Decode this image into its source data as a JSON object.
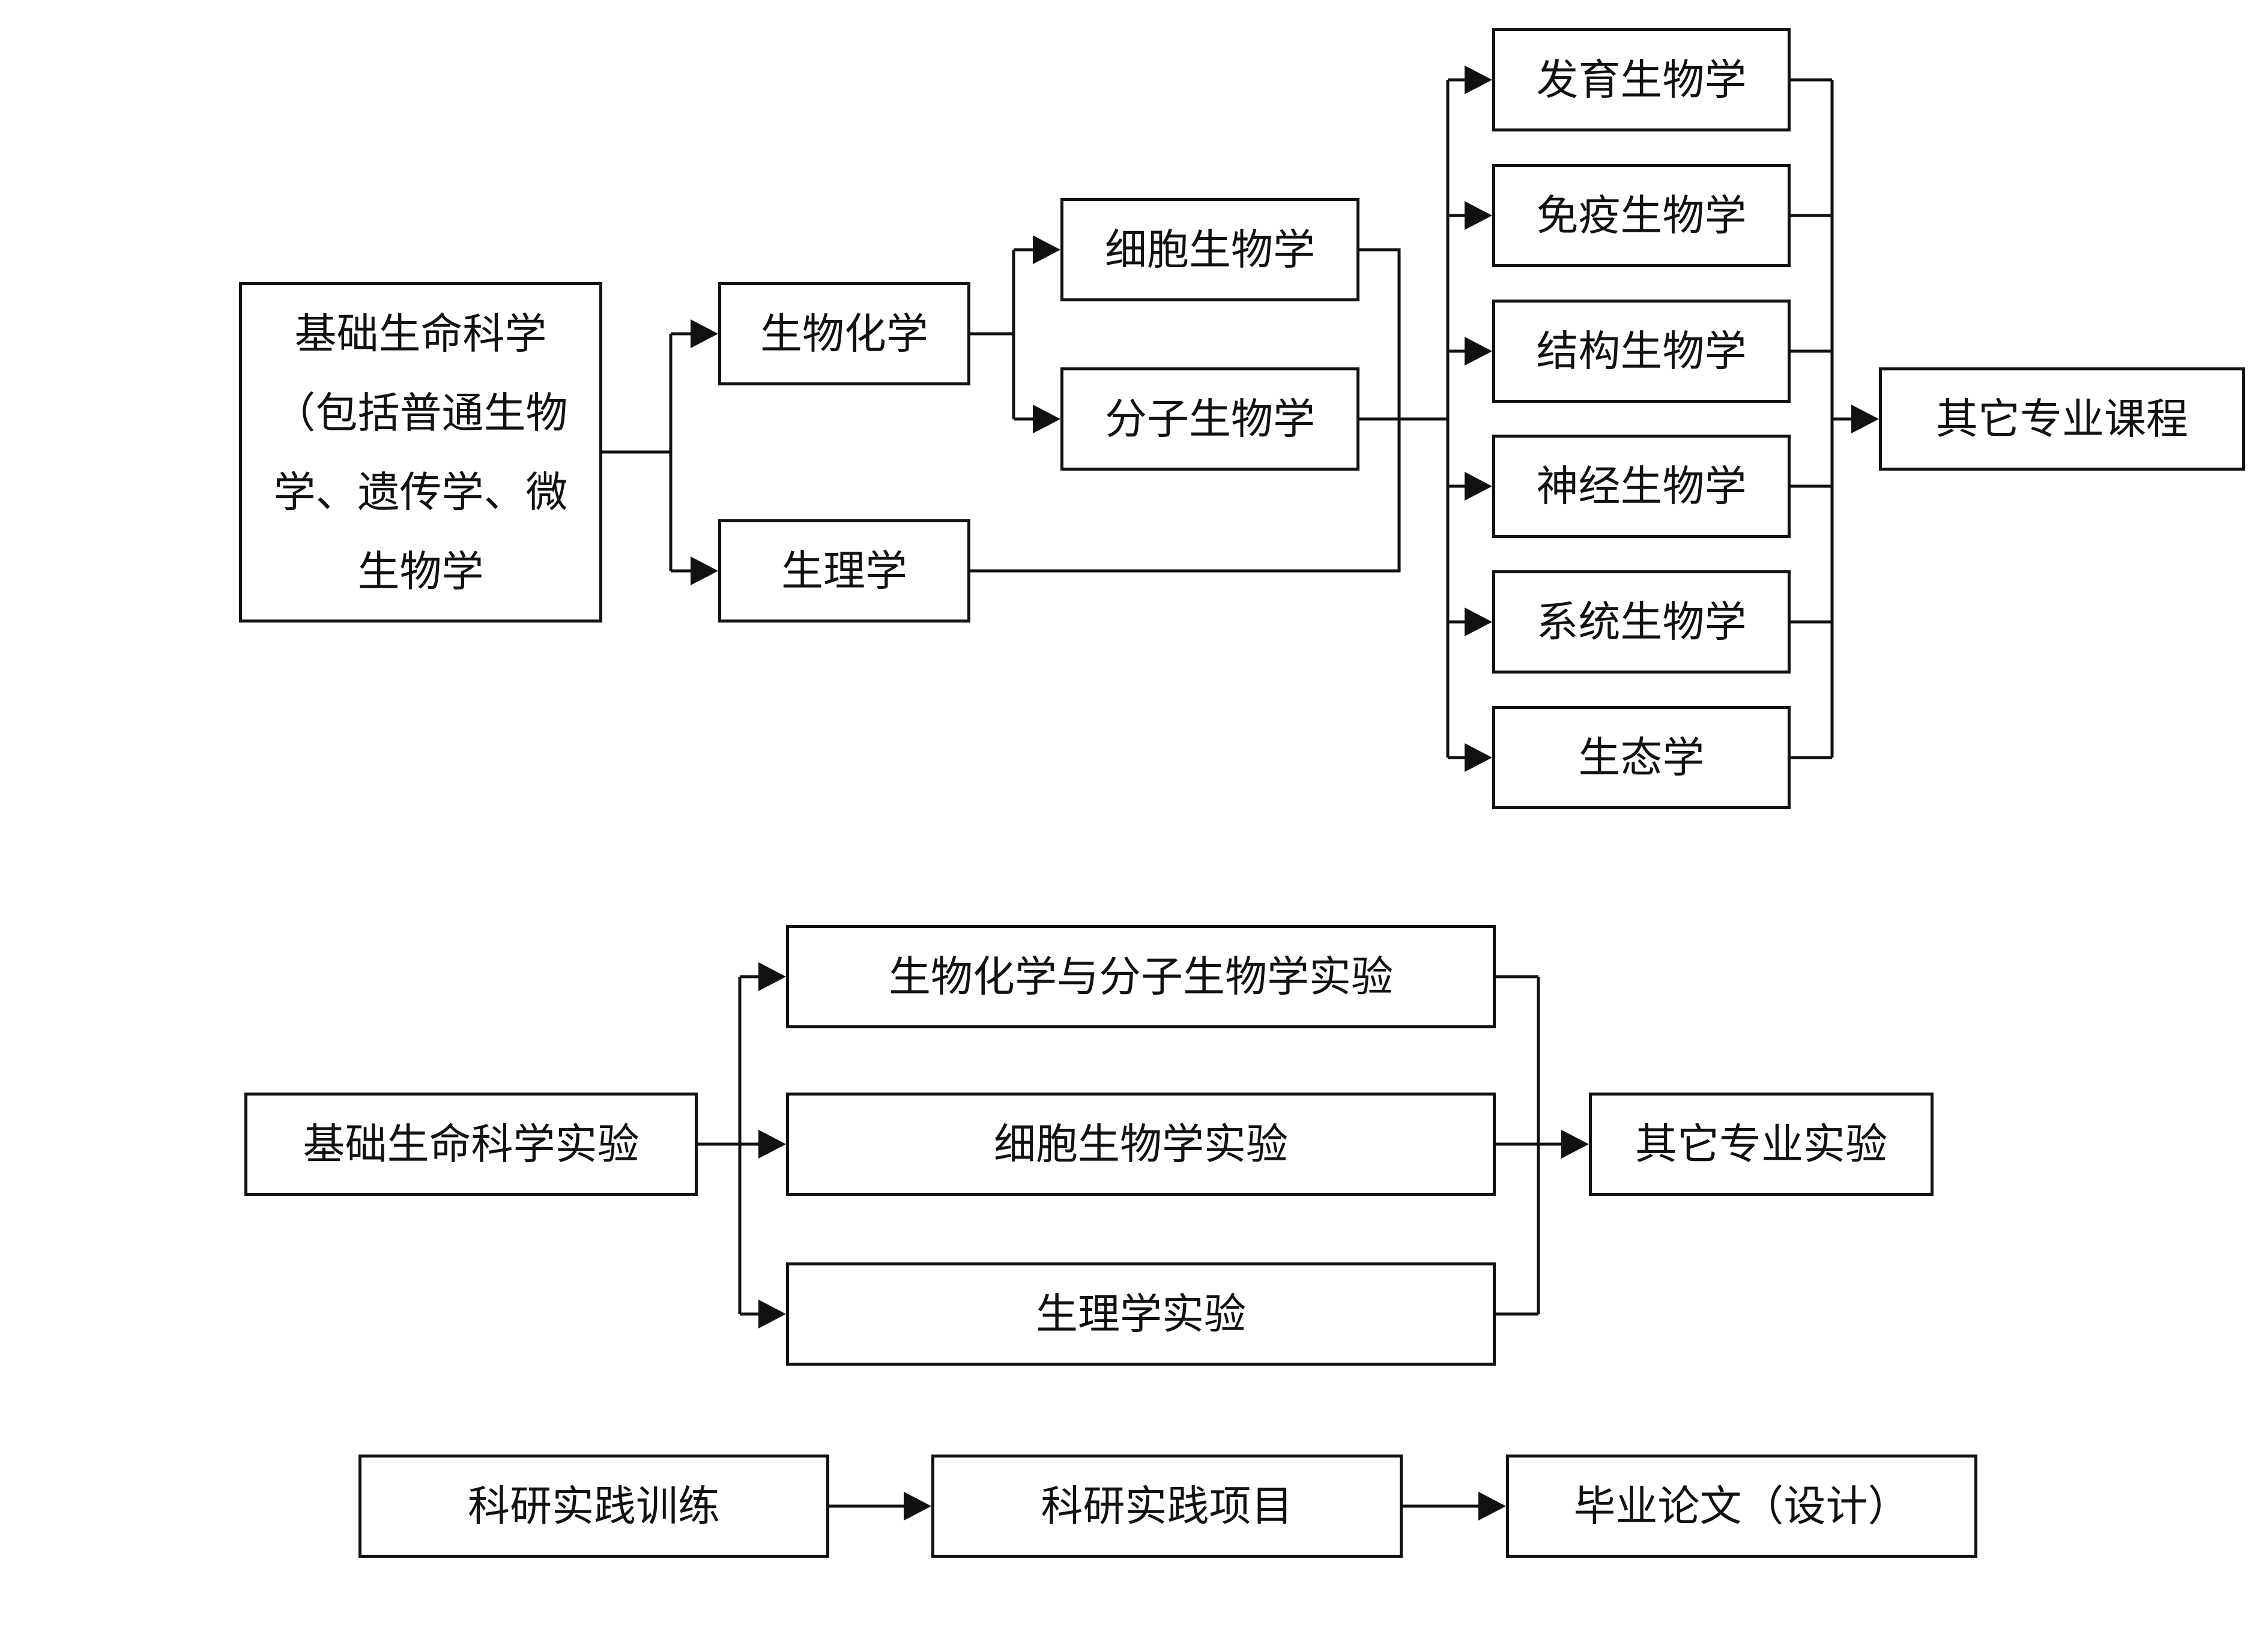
{
  "diagram": {
    "section_theory": {
      "foundation": "基础生命科学（包括普通生物学、遗传学、微生物学",
      "biochemistry": "生物化学",
      "physiology": "生理学",
      "cell_biology": "细胞生物学",
      "molecular_biology": "分子生物学",
      "specialties": [
        "发育生物学",
        "免疫生物学",
        "结构生物学",
        "神经生物学",
        "系统生物学",
        "生态学"
      ],
      "other_courses": "其它专业课程"
    },
    "section_lab": {
      "foundation_lab": "基础生命科学实验",
      "labs": [
        "生物化学与分子生物学实验",
        "细胞生物学实验",
        "生理学实验"
      ],
      "other_labs": "其它专业实验"
    },
    "section_research": {
      "steps": [
        "科研实践训练",
        "科研实践项目",
        "毕业论文（设计）"
      ]
    }
  }
}
